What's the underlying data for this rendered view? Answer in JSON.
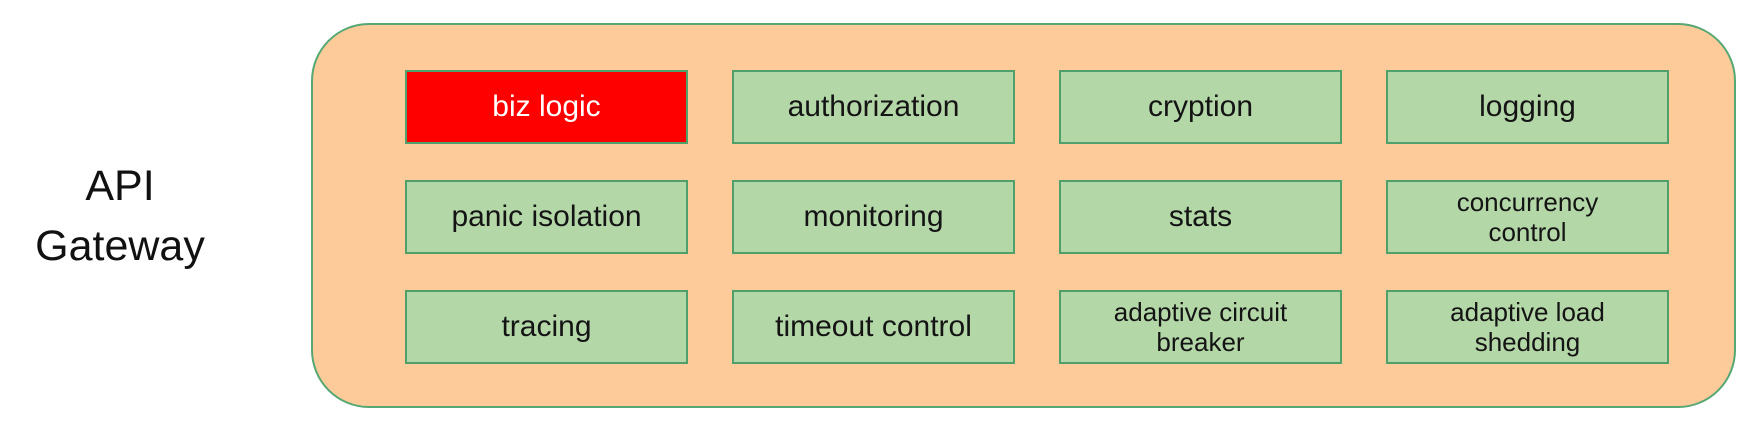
{
  "label": {
    "line1": "API",
    "line2": "Gateway"
  },
  "gateway": {
    "cells": [
      {
        "label": "biz logic",
        "highlight": true
      },
      {
        "label": "authorization"
      },
      {
        "label": "cryption"
      },
      {
        "label": "logging"
      },
      {
        "label": "panic isolation"
      },
      {
        "label": "monitoring"
      },
      {
        "label": "stats"
      },
      {
        "label": "concurrency control"
      },
      {
        "label": "tracing"
      },
      {
        "label": "timeout control"
      },
      {
        "label": "adaptive circuit breaker"
      },
      {
        "label": "adaptive load shedding"
      }
    ]
  },
  "colors": {
    "container_fill": "#FDCB9A",
    "container_border": "#55A873",
    "cell_fill": "#B4D7A8",
    "cell_border": "#4FA06B",
    "highlight_fill": "#FF0000",
    "highlight_text": "#FFFFFF",
    "text": "#141414"
  }
}
